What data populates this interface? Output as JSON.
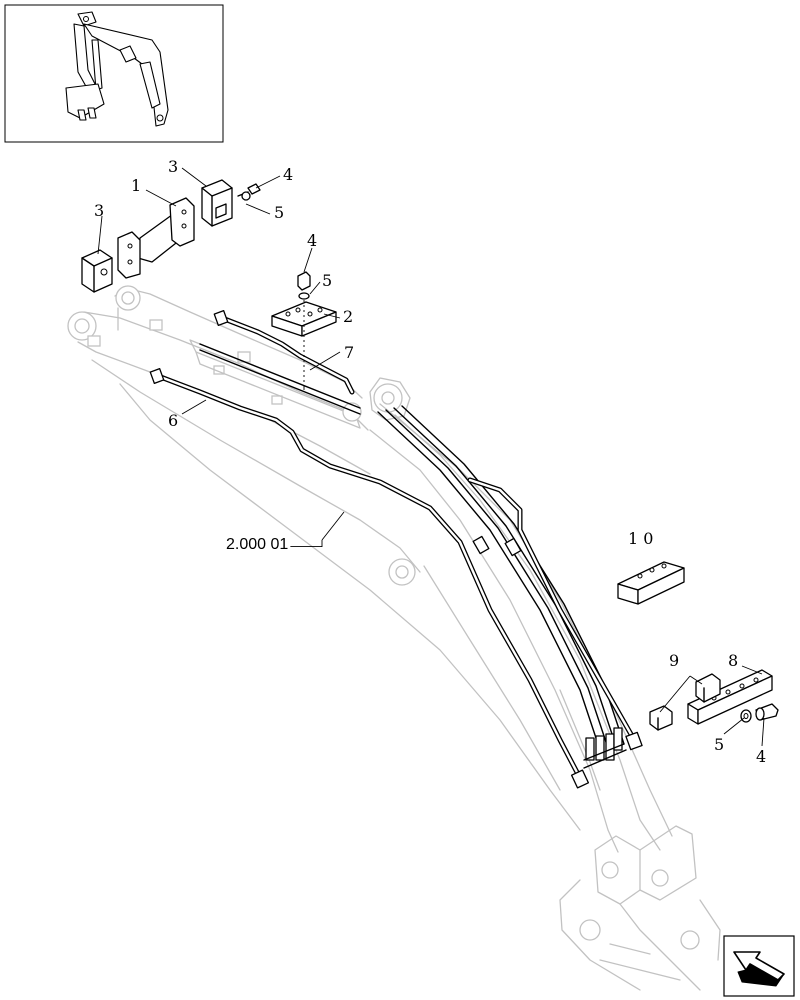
{
  "diagram": {
    "callouts": {
      "c1": "1",
      "c2": "2",
      "c3a": "3",
      "c3b": "3",
      "c4a": "4",
      "c4b": "4",
      "c4c": "4",
      "c5a": "5",
      "c5b": "5",
      "c5c": "5",
      "c6": "6",
      "c7": "7",
      "c8": "8",
      "c9": "9",
      "c10": "1 0"
    },
    "reference": "2.000 01",
    "icons": {
      "thumbnail": "excavator-boom-thumbnail",
      "nav": "next-page-arrow-icon"
    }
  }
}
